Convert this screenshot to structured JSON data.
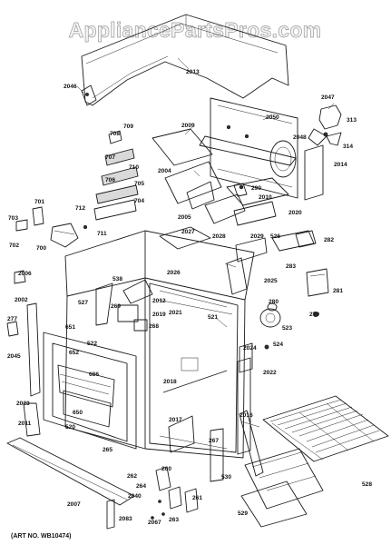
{
  "watermark": "AppliancePartsPros.com",
  "art_note": "(ART NO. WB10474)",
  "labels": {
    "l2013": "2013",
    "l2046": "2046",
    "l2047": "2047",
    "l313": "313",
    "l314": "314",
    "l2048": "2048",
    "l2014": "2014",
    "l2050": "2050",
    "l2009": "2009",
    "l2004": "2004",
    "l290": "290",
    "l2010": "2010",
    "l2020": "2020",
    "l2005": "2005",
    "l708": "708",
    "l709": "709",
    "l707": "707",
    "l710": "710",
    "l706": "706",
    "l705": "705",
    "l704": "704",
    "l712": "712",
    "l711": "711",
    "l701": "701",
    "l703": "703",
    "l702": "702",
    "l700": "700",
    "l2027": "2027",
    "l2028": "2028",
    "l2029": "2029",
    "l526": "526",
    "l282": "282",
    "l283": "283",
    "l2026": "2026",
    "l2025": "2025",
    "l281": "281",
    "l280": "280",
    "l279": "279",
    "l523": "523",
    "l524": "524",
    "l2024": "2024",
    "l2006": "2006",
    "l2002": "2002",
    "l538": "538",
    "l527": "527",
    "l2012": "2012",
    "l2019": "2019",
    "l2021": "2021",
    "l521": "521",
    "l269": "269",
    "l268": "268",
    "l277": "277",
    "l651": "651",
    "l522": "522",
    "l2045": "2045",
    "l652": "652",
    "l686": "686",
    "l2018": "2018",
    "l2022": "2022",
    "l2023": "2023",
    "l650": "650",
    "l2011": "2011",
    "l520": "520",
    "l2017": "2017",
    "l2016": "2016",
    "l267": "267",
    "l265": "265",
    "l262": "262",
    "l260": "260",
    "l264": "264",
    "l261": "261",
    "l2040": "2040",
    "l2083": "2083",
    "l2067": "2067",
    "l263": "263",
    "l2007": "2007",
    "l530": "530",
    "l528": "528",
    "l529": "529"
  }
}
